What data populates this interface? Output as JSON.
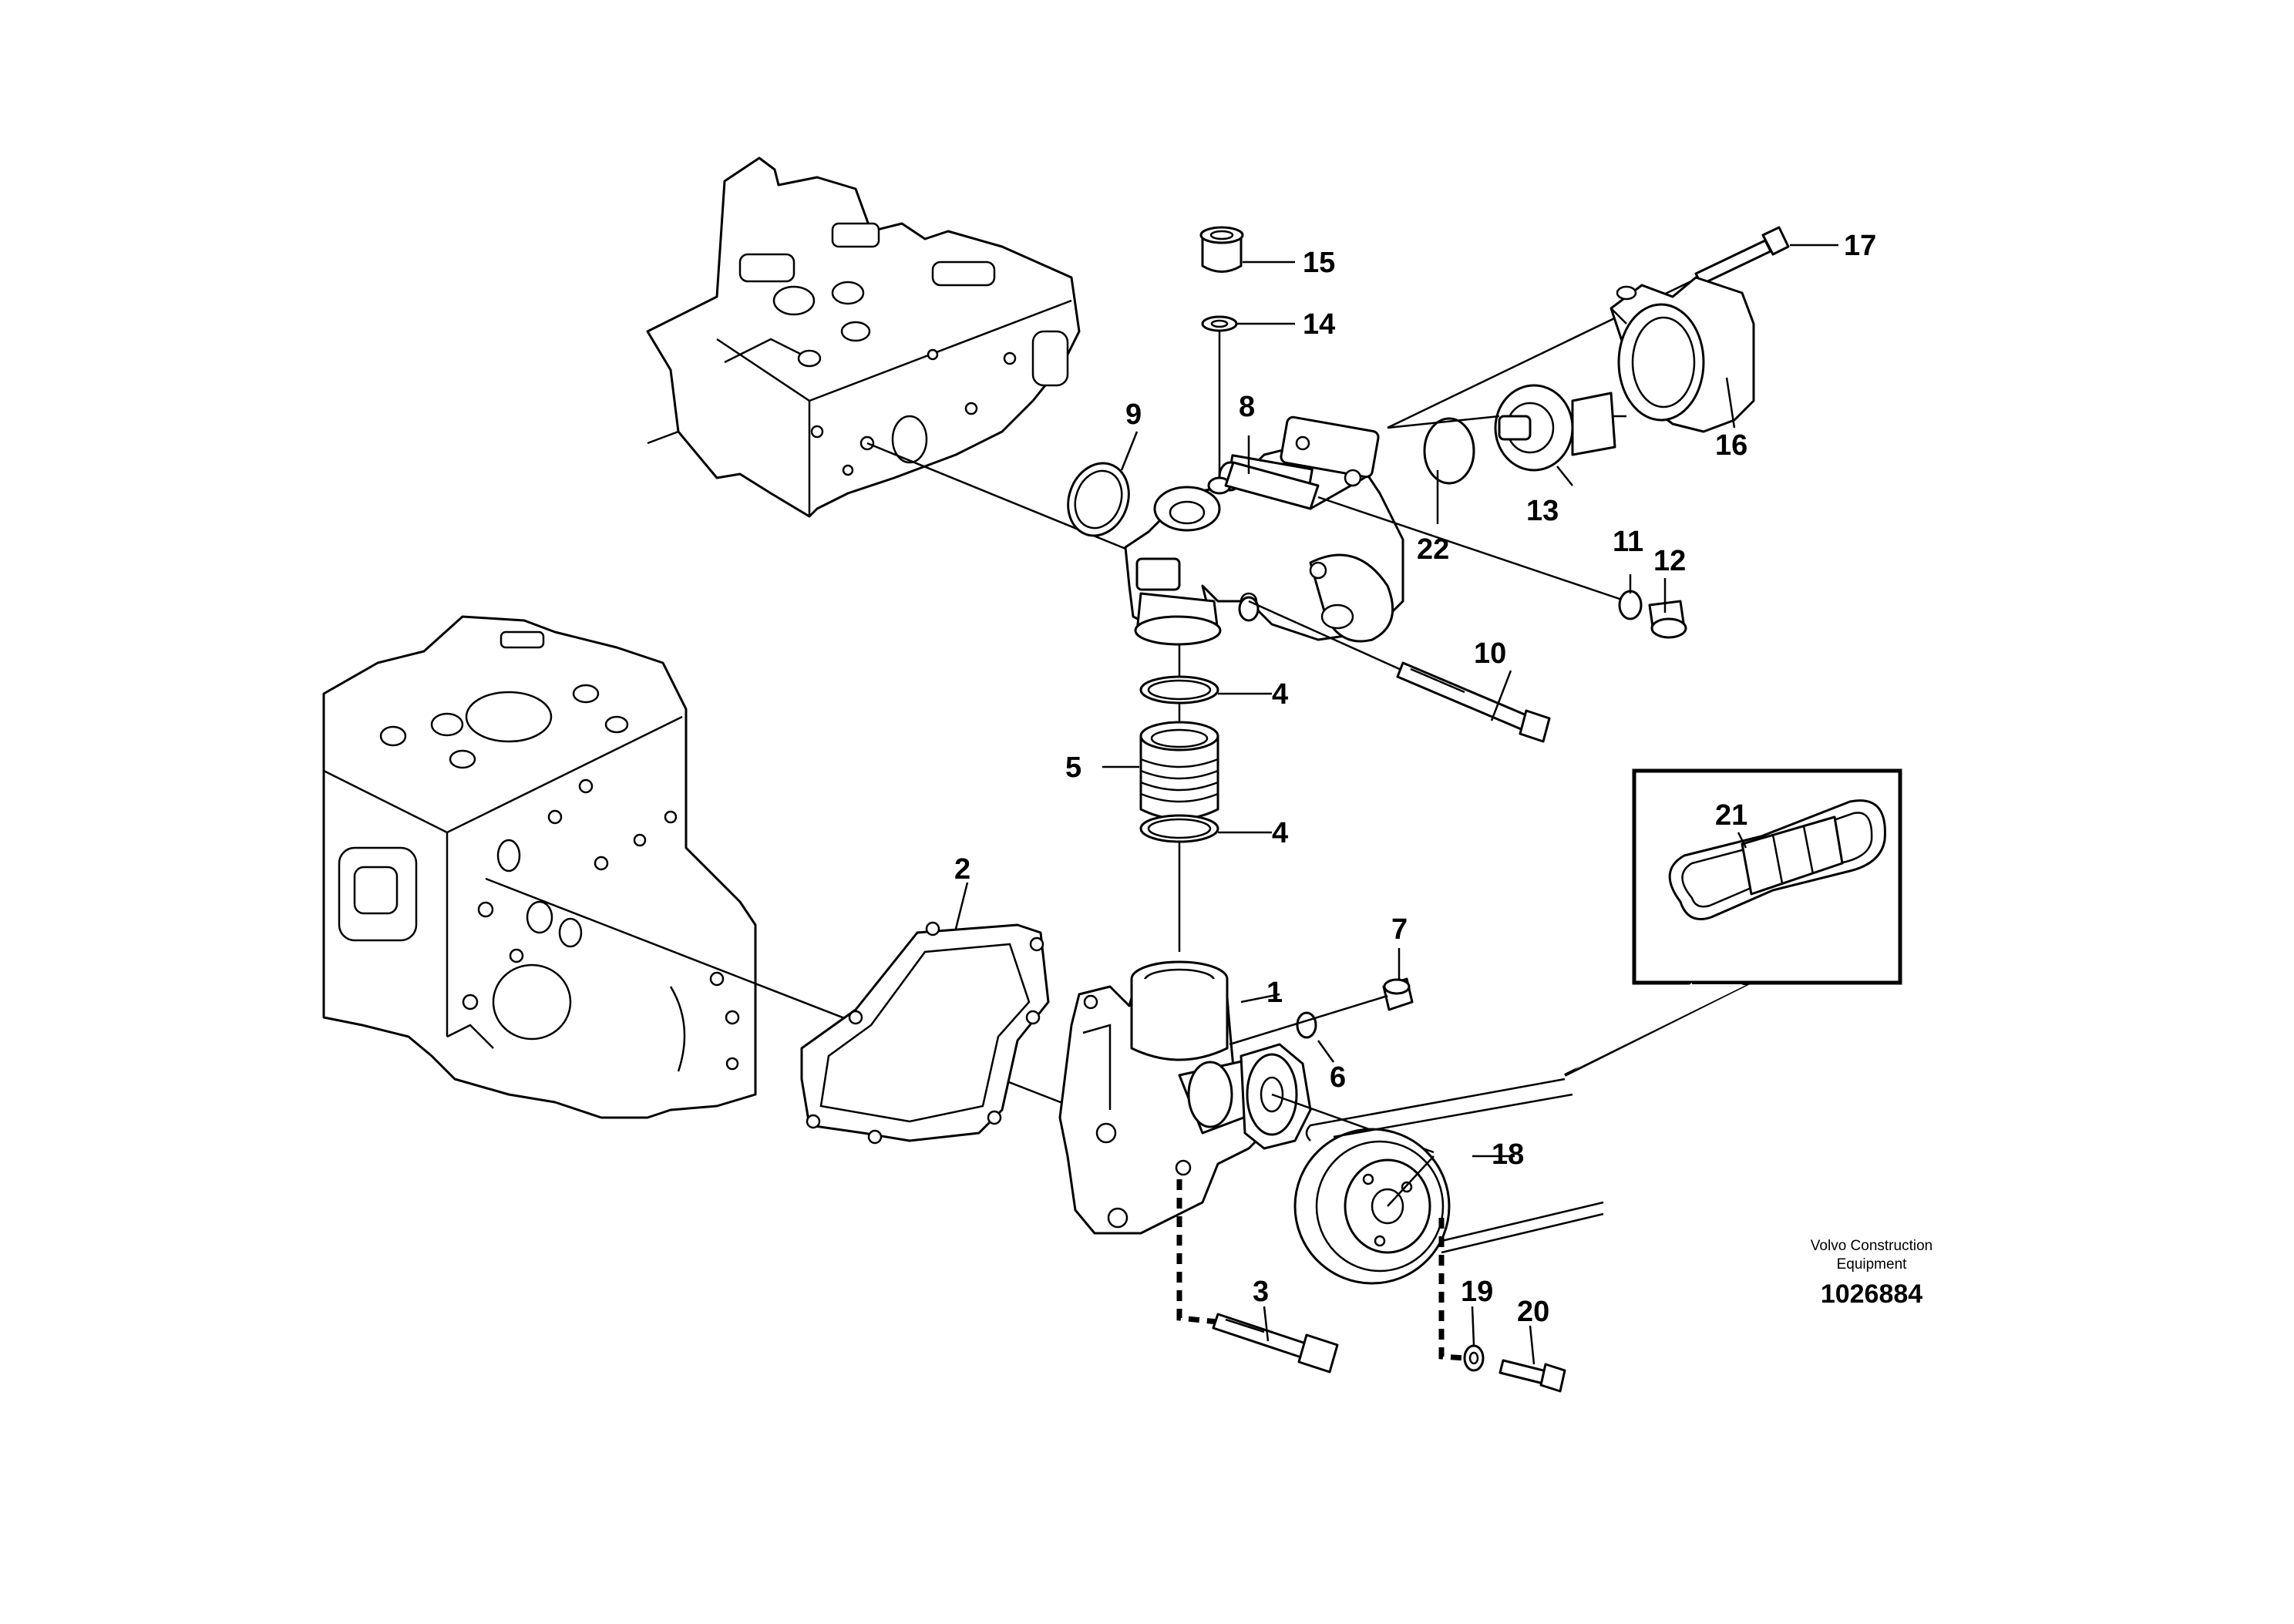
{
  "callouts": {
    "c1": "1",
    "c2": "2",
    "c3": "3",
    "c4a": "4",
    "c4b": "4",
    "c5": "5",
    "c6": "6",
    "c7": "7",
    "c8": "8",
    "c9": "9",
    "c10": "10",
    "c11": "11",
    "c12": "12",
    "c13": "13",
    "c14": "14",
    "c15": "15",
    "c16": "16",
    "c17": "17",
    "c18": "18",
    "c19": "19",
    "c20": "20",
    "c21": "21",
    "c22": "22"
  },
  "credit": {
    "line1": "Volvo Construction",
    "line2": "Equipment",
    "code": "1026884"
  }
}
